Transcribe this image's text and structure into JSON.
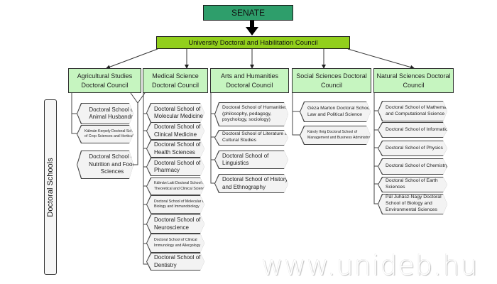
{
  "top": {
    "senate": "SENATE",
    "council": "University Doctoral and Habilitation Council"
  },
  "side_label": "Doctoral Schools",
  "councils": [
    {
      "name": "Agricultural Studies Doctoral Council",
      "schools": [
        "Doctoral School of Animal Husbandry",
        "Kálmán Kerpely Doctoral School of Crop Sciences and Horticulture",
        "Doctoral School of Nutrition and Food Sciences"
      ]
    },
    {
      "name": "Medical Science Doctoral Council",
      "schools": [
        "Doctoral School of Molecular Medicine",
        "Doctoral School of Clinical Medicine",
        "Doctoral School of Health Sciences",
        "Doctoral School of Pharmacy",
        "Kálmán Laki Doctoral School of Theoretical and Clinical Sciences",
        "Doctoral School of Molecular Cell Biology and Immunobiology",
        "Doctoral School of Neuroscience",
        "Doctoral School of Clinical Immunology and Allergology",
        "Doctoral School of Dentistry"
      ]
    },
    {
      "name": "Arts and Humanities Doctoral Council",
      "schools": [
        "Doctoral School of Humanities (philosophy, pedagogy, psychology, sociology)",
        "Doctoral School of  Literature and Cultural Studies",
        "Doctoral School of Linguistics",
        "Doctoral School of History and Ethnography"
      ]
    },
    {
      "name": "Social Sciences Doctoral Council",
      "schools": [
        "Géza Marton Doctoral School of Law and Political Science",
        "Károly Ihrig Doctoral School of Management and Business Administration"
      ]
    },
    {
      "name": "Natural Sciences Doctoral Council",
      "schools": [
        "Doctoral School of Mathematics and Computational Science",
        "Doctoral School of Informatics",
        "Doctoral School of Physics",
        "Doctoral School of Chemistry",
        "Doctoral School of Earth Sciences",
        "Pál Juhász-Nagy Doctoral School of Biology and Environmental Sciences"
      ]
    }
  ],
  "watermark": "www.unideb.hu",
  "colors": {
    "senate": "#2e9e6b",
    "university_council": "#92cf1c",
    "council": "#c6f5c0",
    "school": "#f3f3f3"
  }
}
